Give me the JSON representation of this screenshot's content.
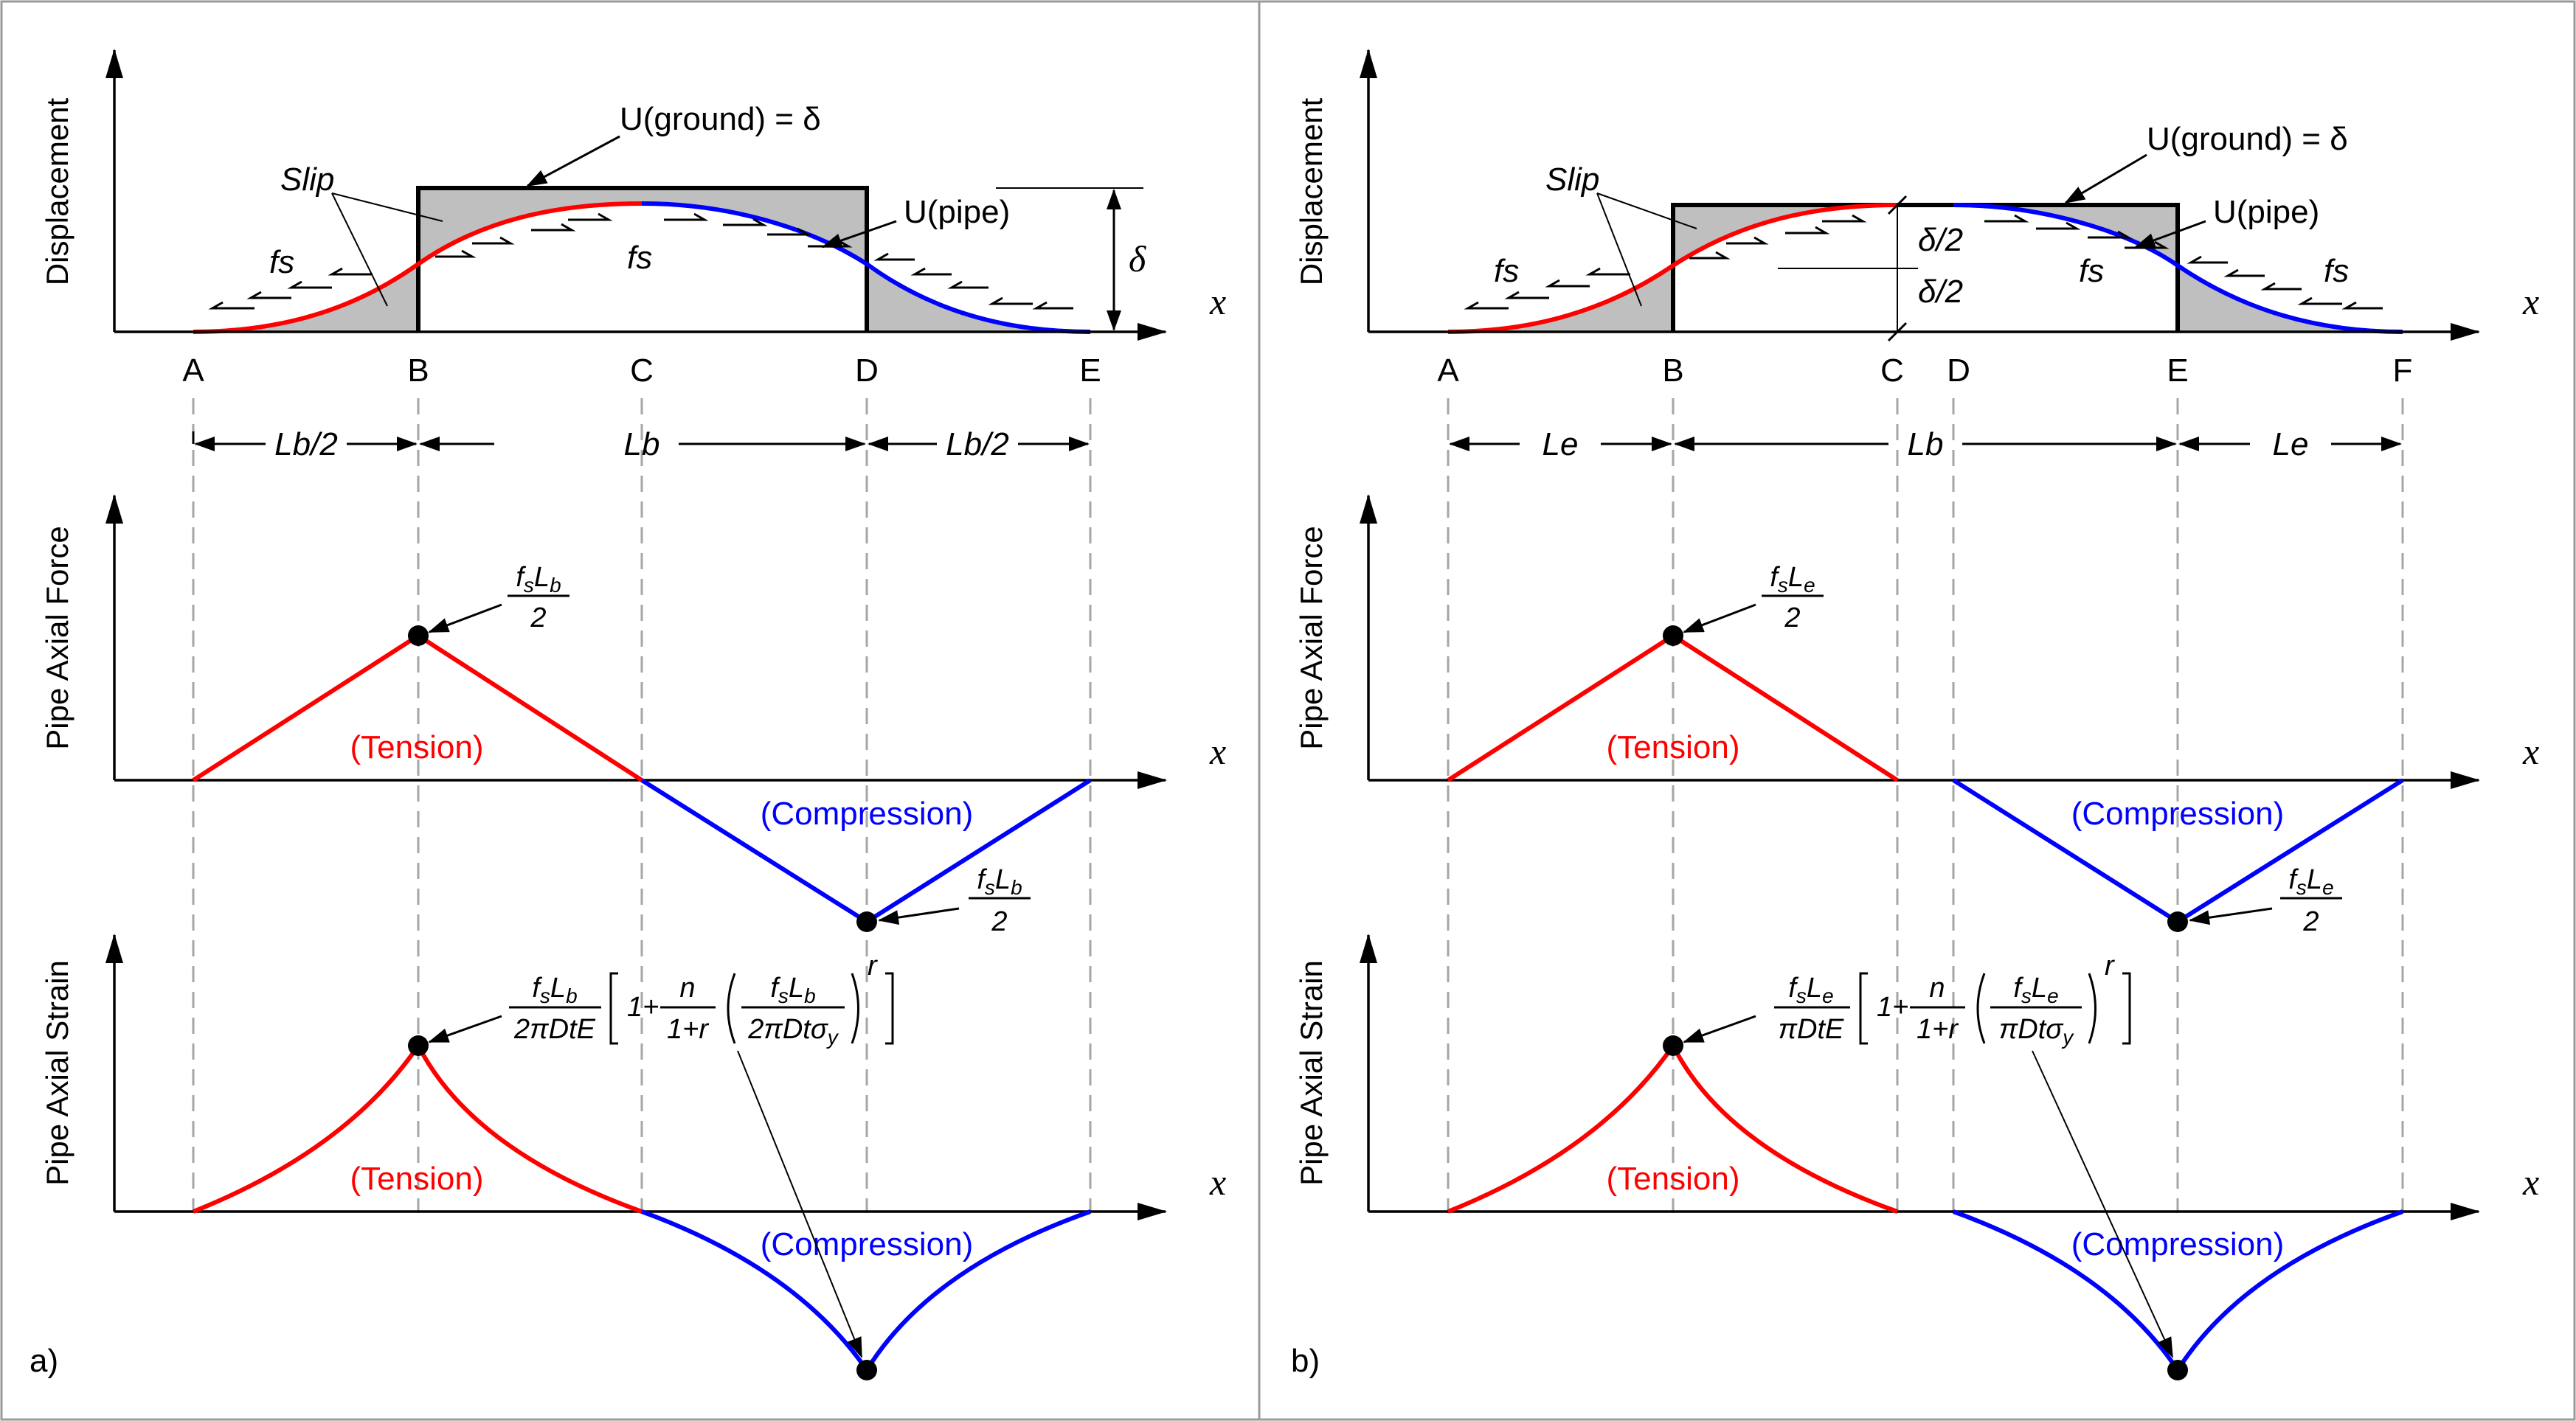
{
  "panels": [
    {
      "id": "a",
      "panel_label": "a)",
      "y_labels": [
        "Displacement",
        "Pipe Axial Force",
        "Pipe Axial Strain"
      ],
      "x_axis_label": "x",
      "points": [
        "A",
        "B",
        "C",
        "D",
        "E"
      ],
      "ground_label": "U(ground) = δ",
      "pipe_label": "U(pipe)",
      "slip_label": "Slip",
      "fs_label": "fs",
      "delta_label": "δ",
      "dims": [
        "Lb/2",
        "Lb",
        "Lb/2"
      ],
      "force_peak_label": "fsLb / 2",
      "tension_label": "(Tension)",
      "compression_label": "(Compression)",
      "strain_formula": "fsLb/(2πDtE) [1+ n/(1+r) (fsLb/(2πDtσy))^r]"
    },
    {
      "id": "b",
      "panel_label": "b)",
      "y_labels": [
        "Displacement",
        "Pipe Axial Force",
        "Pipe Axial Strain"
      ],
      "x_axis_label": "x",
      "points": [
        "A",
        "B",
        "C",
        "D",
        "E",
        "F"
      ],
      "ground_label": "U(ground) = δ",
      "pipe_label": "U(pipe)",
      "slip_label": "Slip",
      "fs_label": "fs",
      "half_delta_label": "δ/2",
      "dims": [
        "Le",
        "Lb",
        "Le"
      ],
      "force_peak_label": "fsLe / 2",
      "tension_label": "(Tension)",
      "compression_label": "(Compression)",
      "strain_formula": "fsLe/(πDtE) [1+ n/(1+r) (fsLe/(πDtσy))^r]"
    }
  ],
  "colors": {
    "tension": "#ff0000",
    "compression": "#0000ff",
    "ground_fill": "#bfbfbf",
    "dash": "#a6a6a6"
  }
}
